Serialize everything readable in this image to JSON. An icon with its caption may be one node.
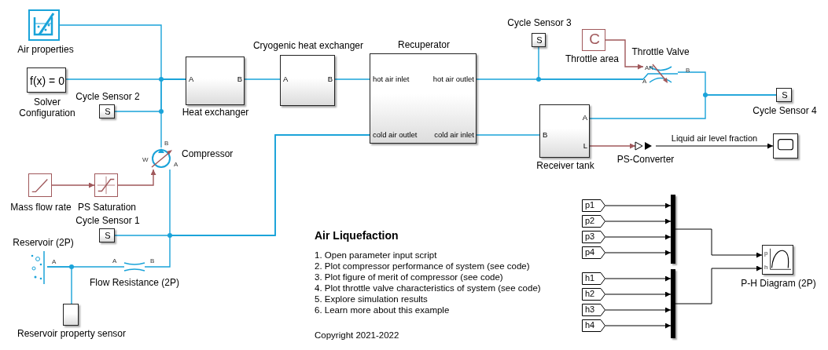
{
  "diagram": {
    "title": "Air Liquefaction",
    "nodes": [
      {
        "text": [
          "Air properties"
        ]
      },
      {
        "text": [
          "f(x) = 0",
          "Solver Configuration"
        ]
      },
      {
        "text": [
          "Cycle Sensor 2",
          "S"
        ]
      },
      {
        "text": [
          "A",
          "B",
          "Heat exchanger"
        ]
      },
      {
        "text": [
          "Cryogenic heat exchanger",
          "A",
          "B"
        ]
      },
      {
        "text": [
          "Recuperator",
          "hot air inlet",
          "hot air outlet",
          "cold air outlet",
          "cold air inlet"
        ]
      },
      {
        "text": [
          "Cycle Sensor 3",
          "S"
        ]
      },
      {
        "text": [
          "C",
          "Throttle area"
        ]
      },
      {
        "text": [
          "Throttle Valve",
          "AR",
          "B",
          "A"
        ]
      },
      {
        "text": [
          "S",
          "Cycle Sensor 4"
        ]
      },
      {
        "text": [
          "A",
          "B",
          "L",
          "Receiver tank"
        ]
      },
      {
        "text": [
          "PS-Converter"
        ]
      },
      {
        "text": [],
        "shape": "box"
      },
      {
        "text": [
          "B",
          "Compressor",
          "W",
          "A"
        ]
      },
      {
        "text": [
          "Mass flow rate"
        ]
      },
      {
        "text": [
          "PS Saturation"
        ]
      },
      {
        "text": [
          "Cycle Sensor 1",
          "S"
        ]
      },
      {
        "text": [
          "Reservoir (2P)",
          "A"
        ]
      },
      {
        "text": [
          "A",
          "B",
          "Flow Resistance (2P)"
        ]
      },
      {
        "text": [
          "Reservoir property sensor"
        ]
      },
      {
        "text": [
          "p1"
        ]
      },
      {
        "text": [
          "p2"
        ]
      },
      {
        "text": [
          "p3"
        ]
      },
      {
        "text": [
          "p4"
        ]
      },
      {
        "text": [
          "h1"
        ]
      },
      {
        "text": [
          "h2"
        ]
      },
      {
        "text": [
          "h3"
        ]
      },
      {
        "text": [
          "h4"
        ]
      },
      {
        "text": [],
        "shape": "bar"
      },
      {
        "text": [],
        "shape": "bar"
      },
      {
        "text": [
          "p",
          "h",
          "P-H Diagram (2P)"
        ]
      }
    ],
    "edges": [
      {
        "from": 0,
        "to": 3,
        "arrow": "none"
      },
      {
        "from": 1,
        "to": 3,
        "arrow": "none"
      },
      {
        "from": 2,
        "to": 3,
        "arrow": "none"
      },
      {
        "from": 13,
        "to": 3,
        "arrow": "none"
      },
      {
        "from": 3,
        "to": 4,
        "arrow": "none"
      },
      {
        "from": 4,
        "to": 5,
        "arrow": "none"
      },
      {
        "from": 5,
        "to": 8,
        "arrow": "none"
      },
      {
        "from": 6,
        "to": 8,
        "arrow": "none"
      },
      {
        "from": 7,
        "to": 8,
        "arrow": "to",
        "color": "#a0585b"
      },
      {
        "from": 8,
        "to": 9,
        "arrow": "none"
      },
      {
        "from": 10,
        "to": 9,
        "arrow": "none"
      },
      {
        "from": 5,
        "to": 10,
        "arrow": "none"
      },
      {
        "from": 10,
        "to": 11,
        "arrow": "to",
        "color": "#a0585b"
      },
      {
        "from": 11,
        "to": 12,
        "arrow": "to",
        "label": "Liquid air level fraction",
        "color": "#000000"
      },
      {
        "from": 14,
        "to": 15,
        "arrow": "to",
        "color": "#a0585b"
      },
      {
        "from": 15,
        "to": 13,
        "arrow": "to",
        "color": "#a0585b"
      },
      {
        "from": 13,
        "to": 5,
        "arrow": "none"
      },
      {
        "from": 16,
        "to": 5,
        "arrow": "none"
      },
      {
        "from": 18,
        "to": 5,
        "arrow": "none"
      },
      {
        "from": 17,
        "to": 18,
        "arrow": "none"
      },
      {
        "from": 19,
        "to": 17,
        "arrow": "none"
      },
      {
        "from": 20,
        "to": 28,
        "arrow": "to",
        "color": "#000000"
      },
      {
        "from": 21,
        "to": 28,
        "arrow": "to",
        "color": "#000000"
      },
      {
        "from": 22,
        "to": 28,
        "arrow": "to",
        "color": "#000000"
      },
      {
        "from": 23,
        "to": 28,
        "arrow": "to",
        "color": "#000000"
      },
      {
        "from": 24,
        "to": 29,
        "arrow": "to",
        "color": "#000000"
      },
      {
        "from": 25,
        "to": 29,
        "arrow": "to",
        "color": "#000000"
      },
      {
        "from": 26,
        "to": 29,
        "arrow": "to",
        "color": "#000000"
      },
      {
        "from": 27,
        "to": 29,
        "arrow": "to",
        "color": "#000000"
      },
      {
        "from": 28,
        "to": 30,
        "arrow": "to",
        "color": "#000000"
      },
      {
        "from": 29,
        "to": 30,
        "arrow": "to",
        "color": "#000000"
      }
    ],
    "labels": [
      "1. Open parameter input script",
      "2. Plot compressor performance of system (see code)",
      "3. Plot figure of merit of compressor (see code)",
      "4. Plot throttle valve characteristics of system (see code)",
      "5. Explore simulation results",
      "6. Learn more about this example",
      "Copyright 2021-2022"
    ]
  }
}
